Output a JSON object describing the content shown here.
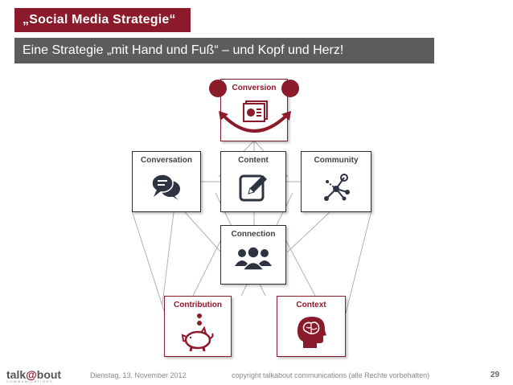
{
  "header": {
    "title": "„Social Media Strategie“",
    "subtitle": "Eine Strategie „mit Hand und Fuß“ – und Kopf und Herz!"
  },
  "diagram": {
    "conversion": {
      "label": "Conversion",
      "icon": "presentation-icon"
    },
    "conversation": {
      "label": "Conversation",
      "icon": "speech-bubbles-icon"
    },
    "content": {
      "label": "Content",
      "icon": "pencil-edit-icon"
    },
    "community": {
      "label": "Community",
      "icon": "network-icon"
    },
    "connection": {
      "label": "Connection",
      "icon": "group-people-icon"
    },
    "contribution": {
      "label": "Contribution",
      "icon": "piggy-bank-icon"
    },
    "context": {
      "label": "Context",
      "icon": "brain-head-icon"
    }
  },
  "footer": {
    "logo_main": "talk",
    "logo_at": "@",
    "logo_end": "bout",
    "logo_sub": "COMMUNICATIONS",
    "date": "Dienstag, 13. November 2012",
    "copyright": "copyright talkabout communications (alle Rechte vorbehalten)",
    "page_number": "29"
  },
  "colors": {
    "accent": "#8b1a2b",
    "subtitle_bg": "#5c5c5c",
    "icon_dark": "#2d3340"
  }
}
